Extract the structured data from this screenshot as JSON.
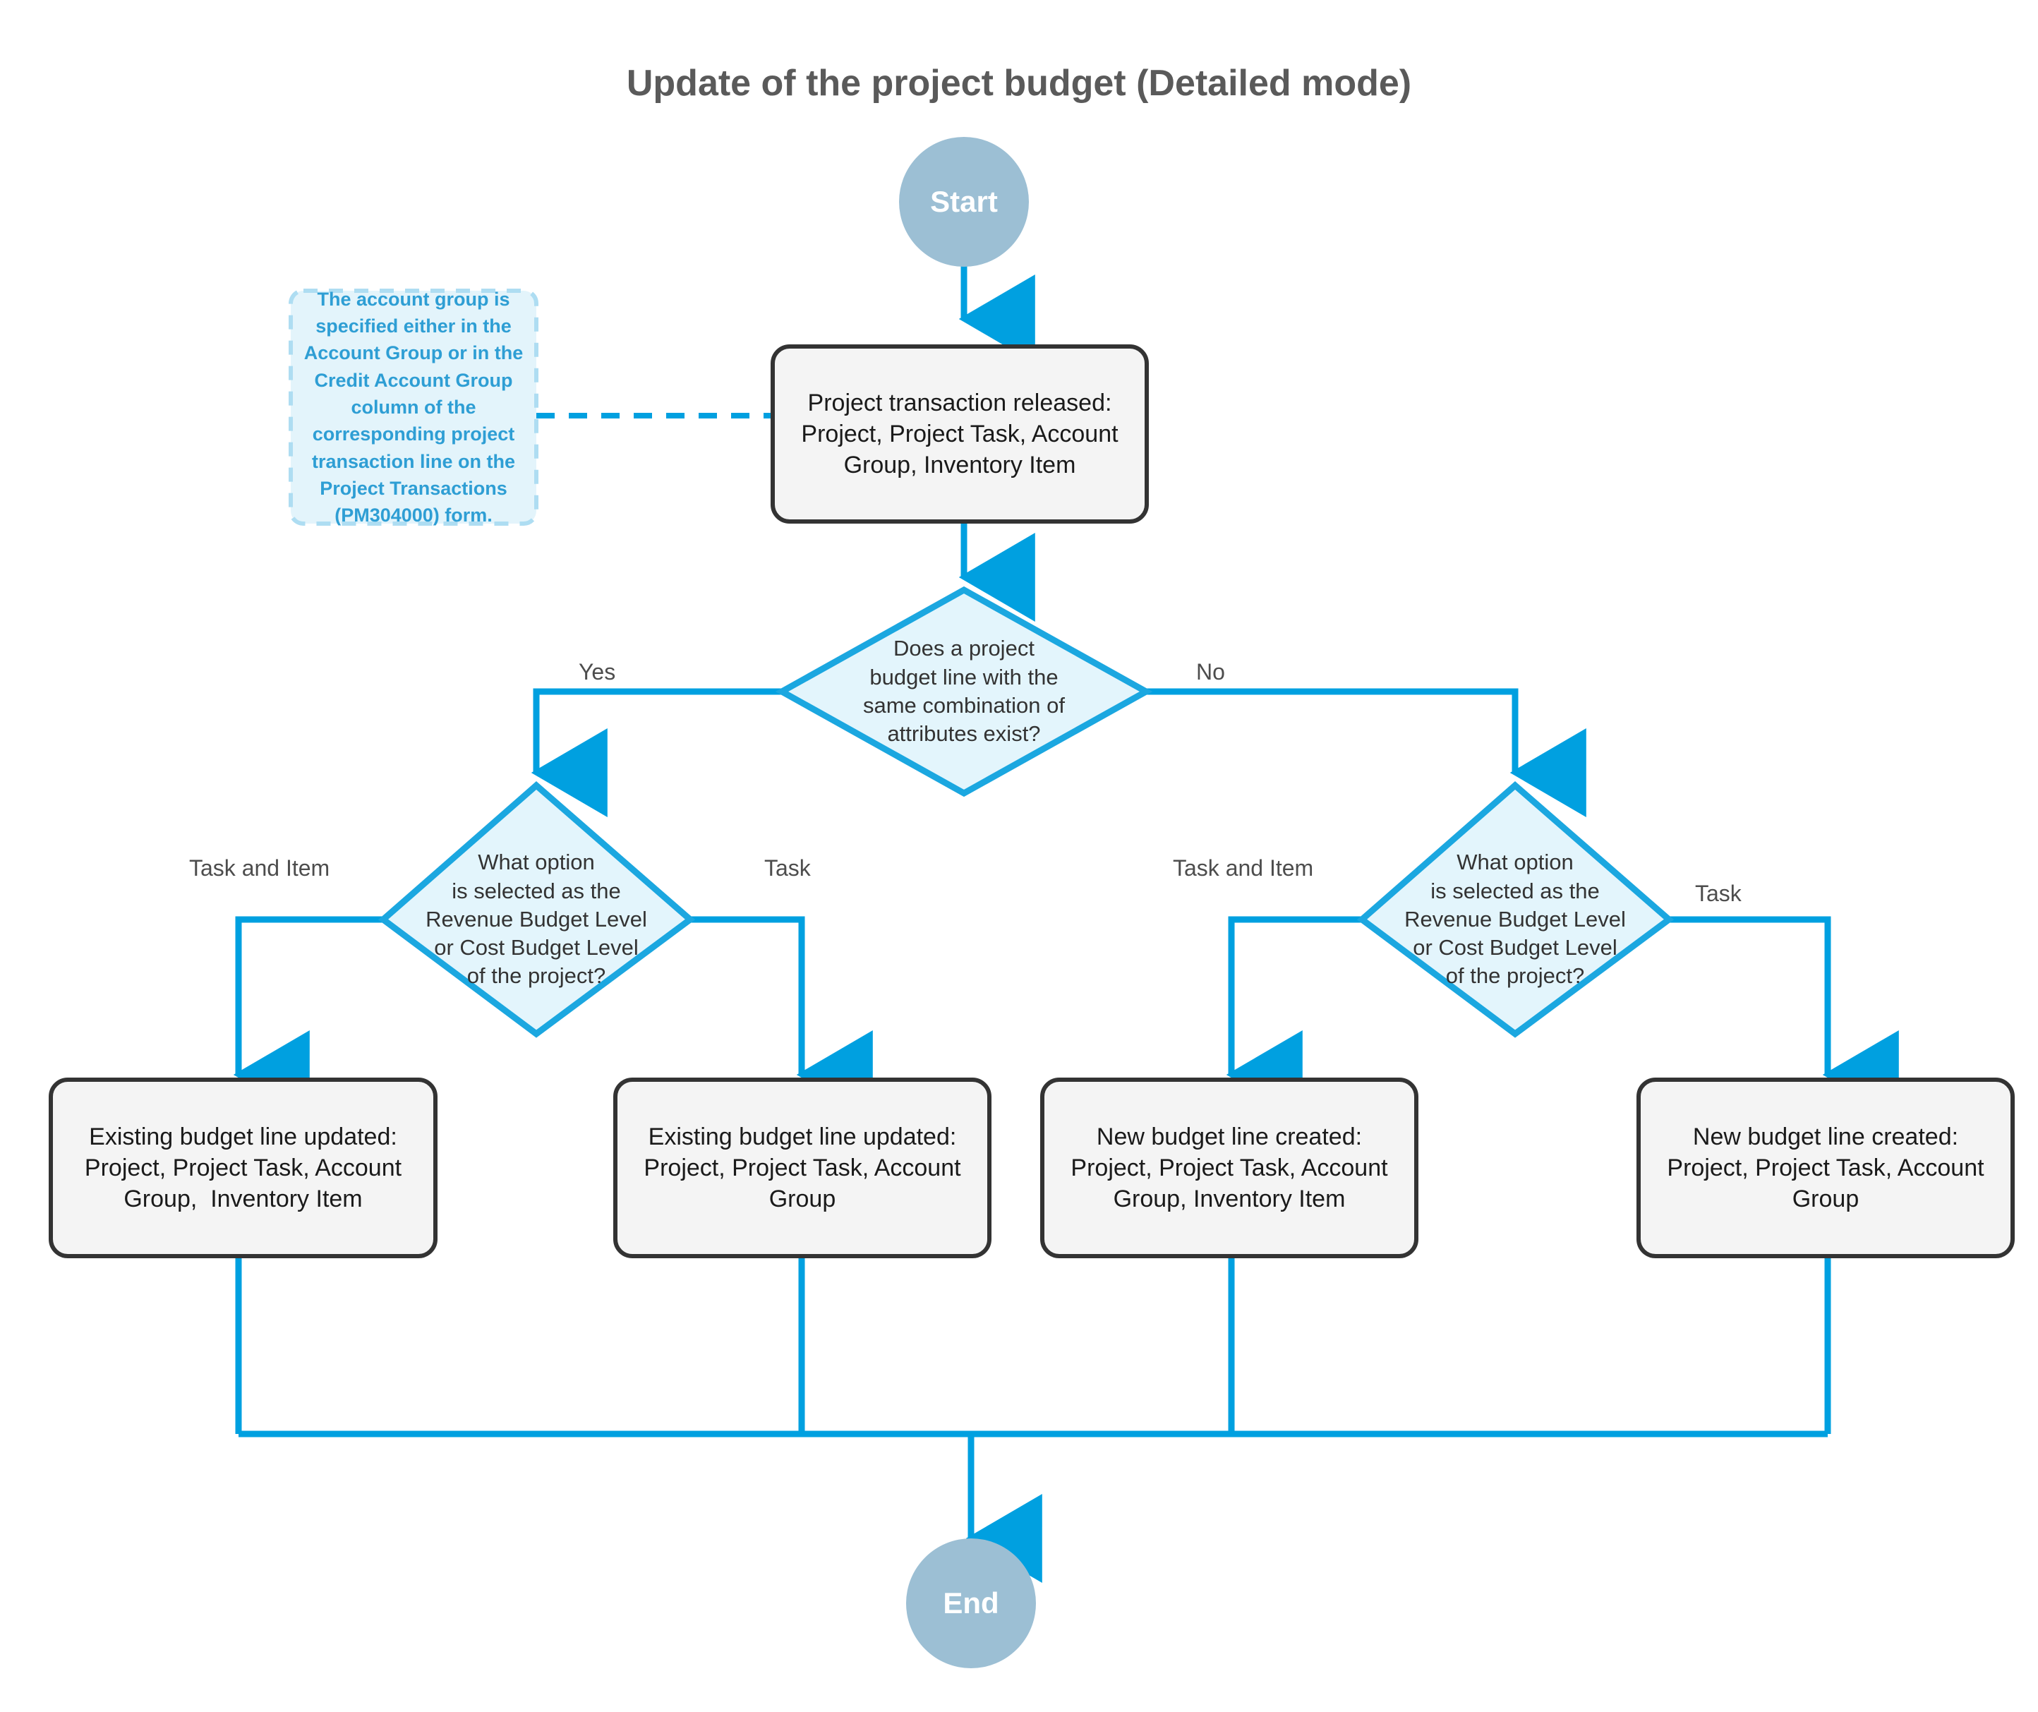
{
  "diagram": {
    "title": "Update of the project budget (Detailed mode)",
    "colors": {
      "connector": "#00A0E0",
      "decision_fill": "#E3F5FC",
      "decision_stroke": "#1BA7E0",
      "process_fill": "#F4F4F4",
      "process_stroke": "#333333",
      "terminator_fill": "#9CBFD4",
      "terminator_text": "#FFFFFF",
      "note_fill": "#E3F4FB",
      "note_text": "#2E9ED4",
      "title_text": "#5A5A5A"
    },
    "nodes": {
      "start": {
        "label": "Start",
        "shape": "terminator"
      },
      "end": {
        "label": "End",
        "shape": "terminator"
      },
      "note": {
        "label": "The account group is specified either in the Account Group or in the Credit Account Group column of the corresponding project transaction line on the Project Transactions (PM304000) form.",
        "shape": "note"
      },
      "transaction_released": {
        "label": "Project transaction released:\nProject, Project Task, Account\nGroup, Inventory Item",
        "shape": "process"
      },
      "decision_exists": {
        "label": "Does a project\nbudget line with the\nsame combination of\nattributes exist?",
        "shape": "decision"
      },
      "decision_level_left": {
        "label": "What option\nis selected as the\nRevenue Budget Level\nor Cost Budget Level\nof the project?",
        "shape": "decision"
      },
      "decision_level_right": {
        "label": "What option\nis selected as the\nRevenue Budget Level\nor Cost Budget Level\nof the project?",
        "shape": "decision"
      },
      "existing_with_item": {
        "label": "Existing budget line updated:\nProject, Project Task, Account\nGroup,  Inventory Item",
        "shape": "process"
      },
      "existing_no_item": {
        "label": "Existing budget line updated:\nProject, Project Task, Account\nGroup",
        "shape": "process"
      },
      "new_with_item": {
        "label": "New budget line created:\nProject, Project Task, Account\nGroup, Inventory Item",
        "shape": "process"
      },
      "new_no_item": {
        "label": "New budget line created:\nProject, Project Task, Account\nGroup",
        "shape": "process"
      }
    },
    "edge_labels": {
      "yes": "Yes",
      "no": "No",
      "left_task_and_item": "Task and Item",
      "left_task": "Task",
      "right_task_and_item": "Task and Item",
      "right_task": "Task"
    }
  }
}
